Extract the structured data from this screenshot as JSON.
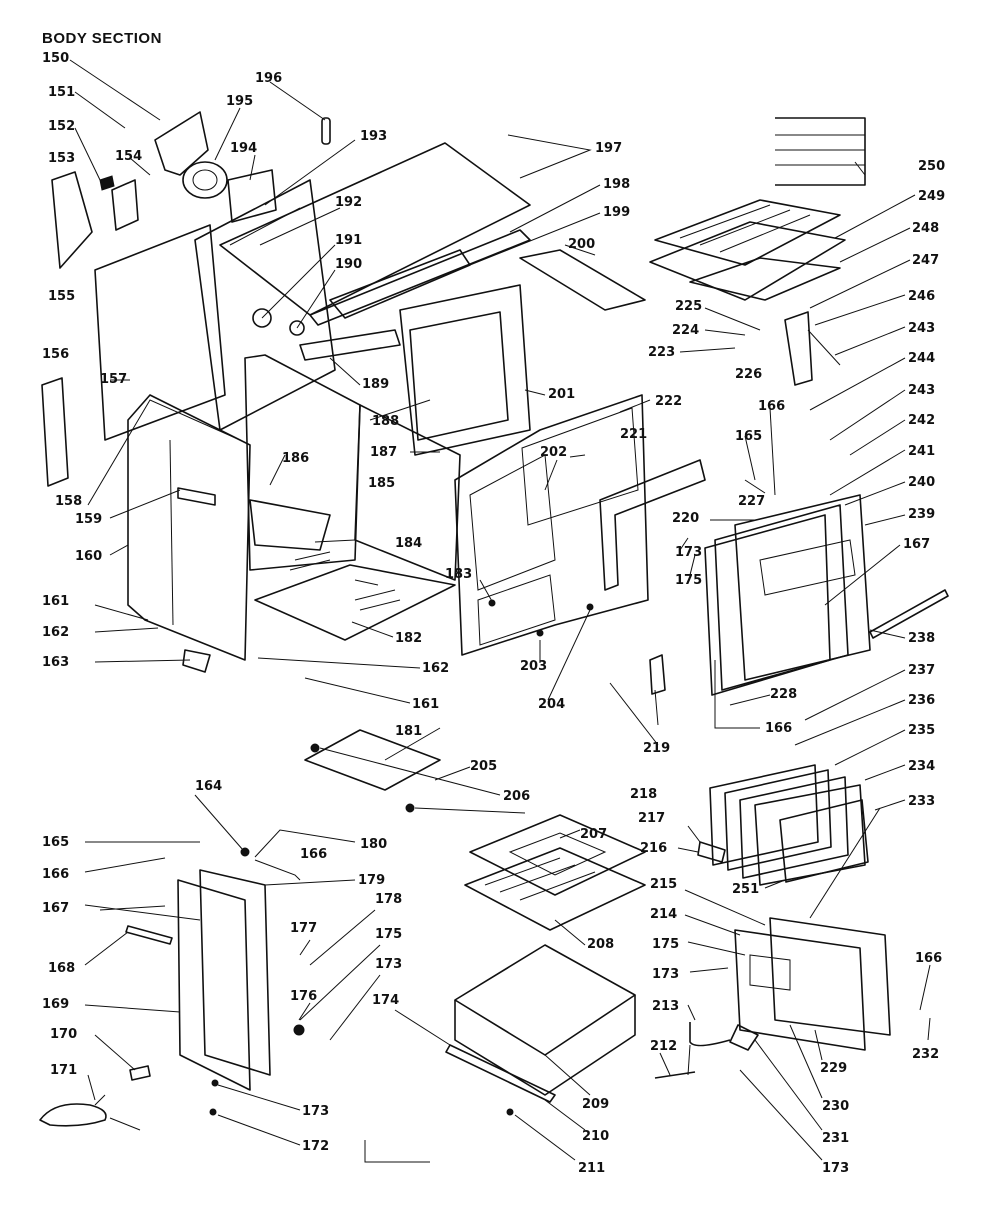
{
  "title": "BODY SECTION",
  "callouts": {
    "c150": "150",
    "c151": "151",
    "c152": "152",
    "c153": "153",
    "c154": "154",
    "c155": "155",
    "c156": "156",
    "c157": "157",
    "c158": "158",
    "c159": "159",
    "c160": "160",
    "c161a": "161",
    "c161b": "161",
    "c162a": "162",
    "c162b": "162",
    "c163": "163",
    "c164": "164",
    "c165a": "165",
    "c165b": "165",
    "c166a": "166",
    "c166b": "166",
    "c166c": "166",
    "c166d": "166",
    "c166e": "166",
    "c167a": "167",
    "c167b": "167",
    "c168": "168",
    "c169": "169",
    "c170": "170",
    "c171": "171",
    "c172": "172",
    "c173a": "173",
    "c173b": "173",
    "c173c": "173",
    "c173d": "173",
    "c173e": "173",
    "c174": "174",
    "c175a": "175",
    "c175b": "175",
    "c175c": "175",
    "c176": "176",
    "c177": "177",
    "c178": "178",
    "c179": "179",
    "c180": "180",
    "c181": "181",
    "c182": "182",
    "c183": "183",
    "c184": "184",
    "c185": "185",
    "c186": "186",
    "c187": "187",
    "c188": "188",
    "c189": "189",
    "c190": "190",
    "c191": "191",
    "c192": "192",
    "c193": "193",
    "c194": "194",
    "c195": "195",
    "c196": "196",
    "c197": "197",
    "c198": "198",
    "c199": "199",
    "c200": "200",
    "c201": "201",
    "c202": "202",
    "c203": "203",
    "c204": "204",
    "c205": "205",
    "c206": "206",
    "c207": "207",
    "c208": "208",
    "c209": "209",
    "c210": "210",
    "c211": "211",
    "c212": "212",
    "c213": "213",
    "c214": "214",
    "c215": "215",
    "c216": "216",
    "c217": "217",
    "c218": "218",
    "c219": "219",
    "c220": "220",
    "c221": "221",
    "c222": "222",
    "c223": "223",
    "c224": "224",
    "c225": "225",
    "c226": "226",
    "c227": "227",
    "c228": "228",
    "c229": "229",
    "c230": "230",
    "c231": "231",
    "c232": "232",
    "c233": "233",
    "c234": "234",
    "c235": "235",
    "c236": "236",
    "c237": "237",
    "c238": "238",
    "c239": "239",
    "c240": "240",
    "c241": "241",
    "c242": "242",
    "c243a": "243",
    "c243b": "243",
    "c244": "244",
    "c246": "246",
    "c247": "247",
    "c248": "248",
    "c249": "249",
    "c250": "250",
    "c251": "251"
  }
}
